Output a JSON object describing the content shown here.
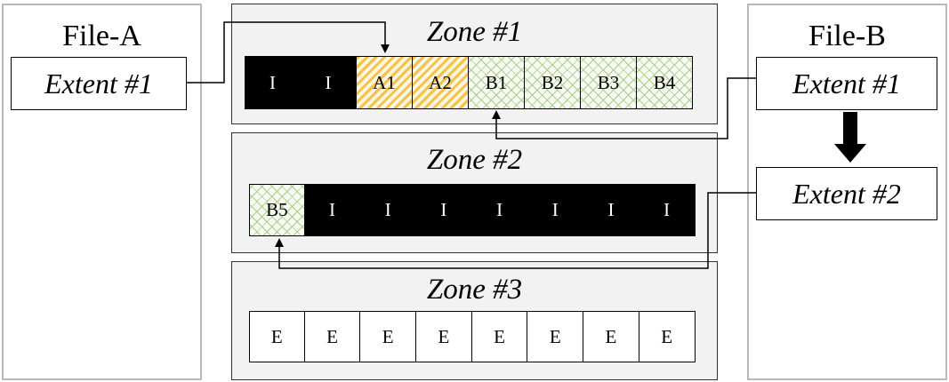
{
  "file_a": {
    "title": "File-A",
    "extents": [
      "Extent #1"
    ]
  },
  "file_b": {
    "title": "File-B",
    "extents": [
      "Extent #1",
      "Extent #2"
    ]
  },
  "zones": [
    {
      "title": "Zone #1",
      "blocks": [
        {
          "label": "I",
          "kind": "I"
        },
        {
          "label": "I",
          "kind": "I"
        },
        {
          "label": "A1",
          "kind": "A"
        },
        {
          "label": "A2",
          "kind": "A"
        },
        {
          "label": "B1",
          "kind": "B"
        },
        {
          "label": "B2",
          "kind": "B"
        },
        {
          "label": "B3",
          "kind": "B"
        },
        {
          "label": "B4",
          "kind": "B"
        }
      ]
    },
    {
      "title": "Zone #2",
      "blocks": [
        {
          "label": "B5",
          "kind": "B"
        },
        {
          "label": "I",
          "kind": "I"
        },
        {
          "label": "I",
          "kind": "I"
        },
        {
          "label": "I",
          "kind": "I"
        },
        {
          "label": "I",
          "kind": "I"
        },
        {
          "label": "I",
          "kind": "I"
        },
        {
          "label": "I",
          "kind": "I"
        },
        {
          "label": "I",
          "kind": "I"
        }
      ]
    },
    {
      "title": "Zone #3",
      "blocks": [
        {
          "label": "E",
          "kind": "E"
        },
        {
          "label": "E",
          "kind": "E"
        },
        {
          "label": "E",
          "kind": "E"
        },
        {
          "label": "E",
          "kind": "E"
        },
        {
          "label": "E",
          "kind": "E"
        },
        {
          "label": "E",
          "kind": "E"
        },
        {
          "label": "E",
          "kind": "E"
        },
        {
          "label": "E",
          "kind": "E"
        }
      ]
    }
  ],
  "colors": {
    "invalid_block": "#000000",
    "file_a_block": "#f6c04a",
    "file_b_block": "#a0c878",
    "empty_block": "#ffffff",
    "zone_background": "#f2f2f2"
  }
}
